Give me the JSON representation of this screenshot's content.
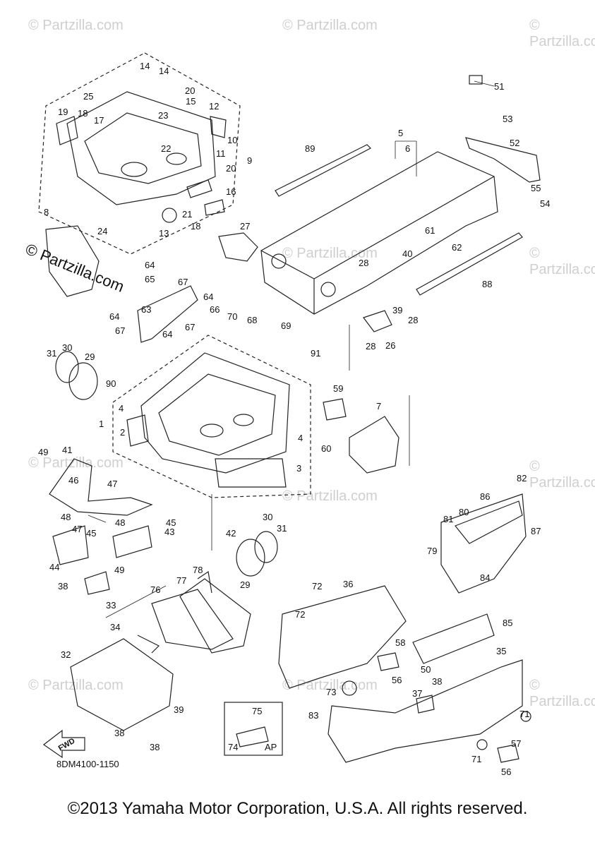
{
  "watermark": "© Partzilla.com",
  "logo": "© Partzilla.com",
  "diagram_code": "8DM4100-1150",
  "fwd_label": "FWD",
  "ap_label": "AP",
  "copyright": "©2013 Yamaha Motor Corporation, U.S.A. All rights reserved.",
  "callouts": [
    "1",
    "2",
    "3",
    "4",
    "5",
    "6",
    "7",
    "8",
    "9",
    "10",
    "11",
    "12",
    "13",
    "14",
    "15",
    "16",
    "17",
    "18",
    "19",
    "20",
    "21",
    "22",
    "23",
    "24",
    "25",
    "26",
    "27",
    "28",
    "29",
    "30",
    "31",
    "32",
    "33",
    "34",
    "35",
    "36",
    "37",
    "38",
    "39",
    "40",
    "41",
    "42",
    "43",
    "44",
    "45",
    "46",
    "47",
    "48",
    "49",
    "50",
    "51",
    "52",
    "53",
    "54",
    "55",
    "56",
    "57",
    "58",
    "59",
    "60",
    "61",
    "62",
    "63",
    "64",
    "65",
    "66",
    "67",
    "68",
    "69",
    "70",
    "71",
    "72",
    "73",
    "74",
    "75",
    "76",
    "77",
    "78",
    "79",
    "80",
    "81",
    "82",
    "83",
    "84",
    "85",
    "86",
    "87",
    "88",
    "89",
    "90",
    "91"
  ]
}
